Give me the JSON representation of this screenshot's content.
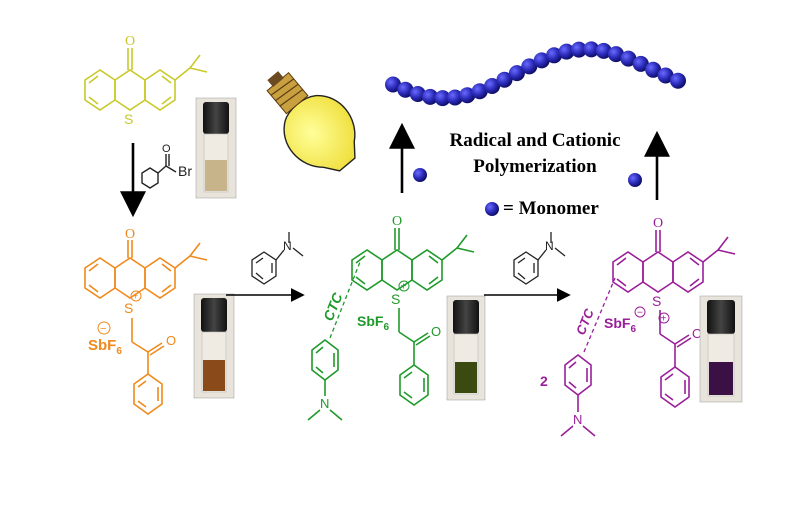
{
  "compound1": {
    "heteroatom": "S",
    "carbonyl": "O",
    "color": "#c9c92a"
  },
  "reagent": {
    "carbonyl": "O",
    "halogen": "Br",
    "color": "#222222"
  },
  "compound2": {
    "carbonyl": "O",
    "heteroatom": "S",
    "charge": "+",
    "counter_charge": "−",
    "counterion": "SbF6",
    "counterion_main": "SbF",
    "counterion_sub": "6",
    "carbonyl2": "O",
    "color": "#f08a1c"
  },
  "amine_label": "N",
  "compound3": {
    "carbonyl": "O",
    "heteroatom": "S",
    "charge": "+",
    "counterion_main": "SbF",
    "counterion_sub": "6",
    "carbonyl2": "O",
    "ctc": "CTC",
    "amine": "N",
    "color": "#1f9a2a"
  },
  "compound4": {
    "carbonyl": "O",
    "heteroatom": "S",
    "charge": "+",
    "counter_charge": "−",
    "counterion_main": "SbF",
    "counterion_sub": "6",
    "carbonyl2": "O",
    "ctc": "CTC",
    "stoich": "2",
    "amine": "N",
    "color": "#9a1f9a"
  },
  "polymerization": {
    "line1": "Radical and Cationic",
    "line2": "Polymerization",
    "monomer_label": "= Monomer",
    "bead_color": "#2a2ab8"
  },
  "vials": [
    {
      "liquid": "#c8b48a",
      "name": "vial-pale"
    },
    {
      "liquid": "#8a4a1a",
      "name": "vial-brown"
    },
    {
      "liquid": "#3a4a10",
      "name": "vial-green"
    },
    {
      "liquid": "#3a1045",
      "name": "vial-purple"
    }
  ]
}
